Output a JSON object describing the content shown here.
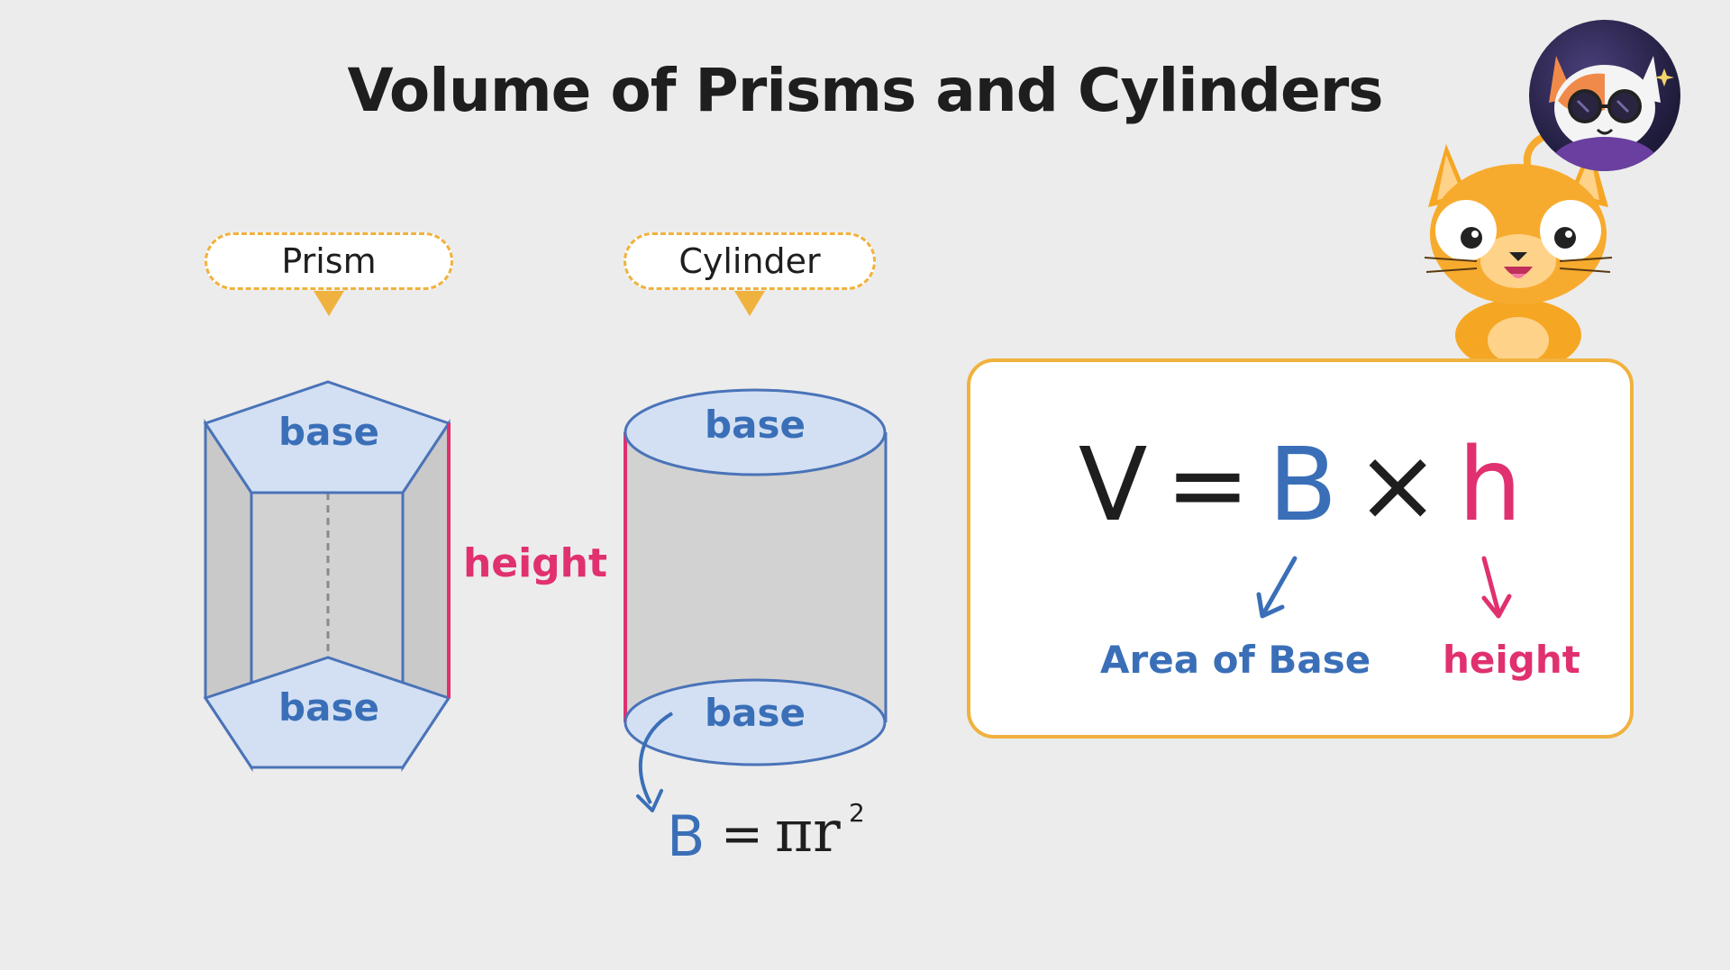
{
  "title": "Volume of Prisms and Cylinders",
  "labels": {
    "prism": "Prism",
    "cylinder": "Cylinder",
    "base": "base",
    "height": "height"
  },
  "formula": {
    "v": "V",
    "equals": "=",
    "b": "B",
    "times": "×",
    "h": "h",
    "area_label": "Area of Base",
    "height_label": "height"
  },
  "cylinder_formula": {
    "b": "B",
    "equals": "=",
    "pi_r": "πr",
    "exp": "2"
  },
  "colors": {
    "blue": "#3a6fb8",
    "pink": "#e0306f",
    "orange": "#f0b23e",
    "face": "#d2d2d2",
    "base_fill": "#d3e0f3"
  },
  "icons": [
    "avatar-cat-sunglasses-icon",
    "orange-cat-mascot-icon"
  ]
}
